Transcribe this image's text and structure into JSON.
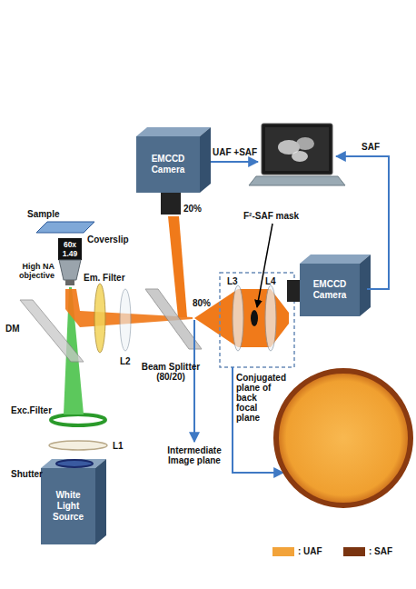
{
  "diagram": {
    "nodes": [
      {
        "text": [
          "White Light Source"
        ]
      },
      {
        "text": [
          "High NA objective",
          "60x 1.49"
        ]
      },
      {
        "text": [
          "EMCCD Camera"
        ]
      },
      {
        "text": [
          "EMCCD Camera"
        ]
      }
    ],
    "labels": [
      "Sample",
      "Coverslip",
      "DM",
      "Em. Filter",
      "L2",
      "Exc.Filter",
      "L1",
      "Shutter",
      "20%",
      "80%",
      "Beam Splitter (80/20)",
      "UAF +SAF",
      "SAF",
      "F²-SAF mask",
      "L3",
      "L4",
      "Intermediate Image plane",
      "Conjugated plane of back focal plane"
    ],
    "legend": [
      {
        "text": ": UAF",
        "color": "#f2a33a"
      },
      {
        "text": ": SAF",
        "color": "#7a3410"
      }
    ]
  }
}
